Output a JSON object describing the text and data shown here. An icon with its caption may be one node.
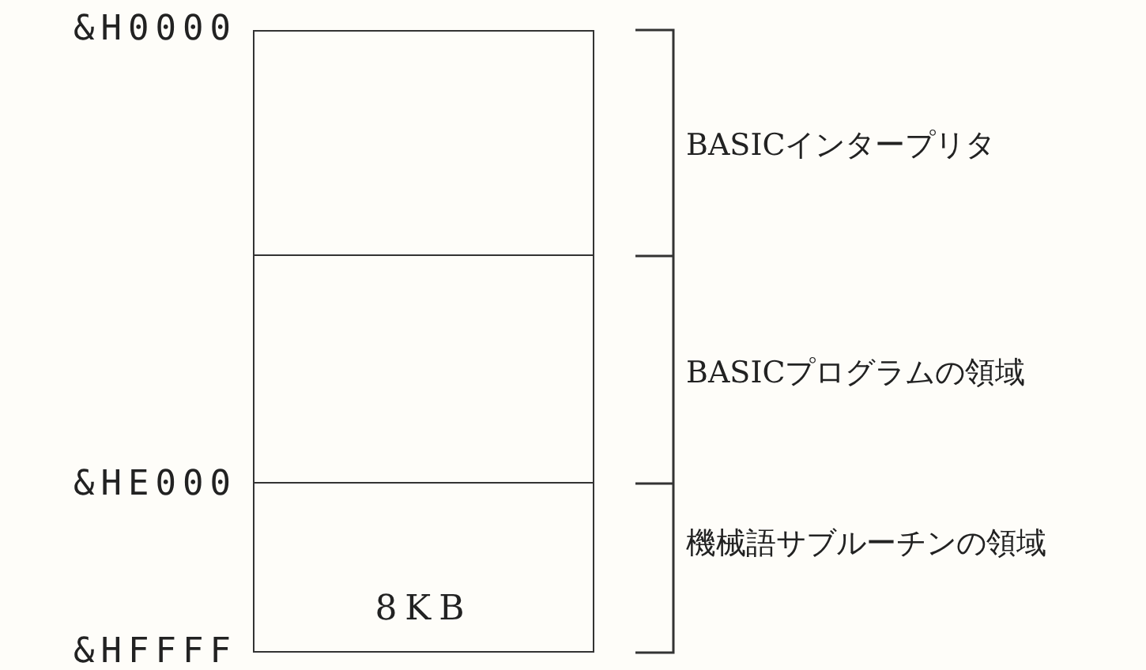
{
  "diagram": {
    "nodes": [
      {
        "text": [],
        "shape": "box",
        "beside": [
          "BASICインタープリタ"
        ]
      },
      {
        "text": [],
        "shape": "box",
        "beside": [
          "BASICプログラムの領域"
        ]
      },
      {
        "text": [
          "8KB"
        ],
        "beside": [
          "機械語サブルーチンの領域"
        ]
      }
    ],
    "labels": [
      "&H0000",
      "&HE000",
      "&HFFFF"
    ]
  }
}
